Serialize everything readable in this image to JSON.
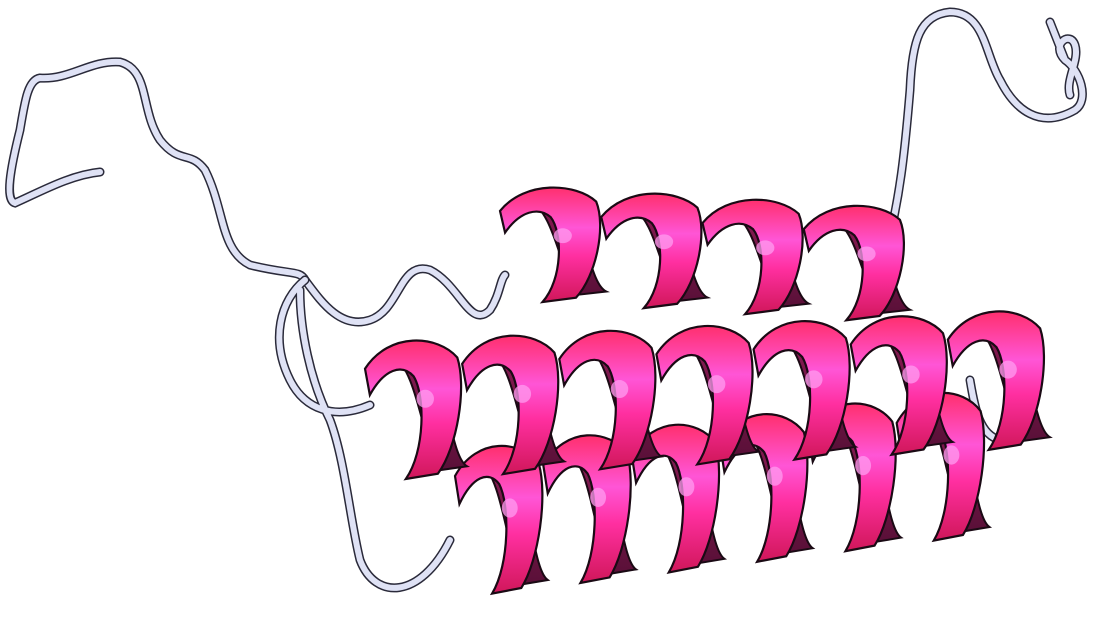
{
  "scene": {
    "background": "#ffffff",
    "colors": {
      "helix_light": "#ff4fd8",
      "helix_mid": "#ff2f8f",
      "helix_dark": "#c2185b",
      "helix_shadow": "#7a1a4a",
      "coil": "#d9dcf2",
      "coil_edge": "#2a2a3a",
      "outline": "#1a0a14"
    },
    "helices": [
      {
        "name": "helix-top",
        "turns": 4
      },
      {
        "name": "helix-middle",
        "turns": 7
      },
      {
        "name": "helix-bottom",
        "turns": 6
      }
    ]
  }
}
